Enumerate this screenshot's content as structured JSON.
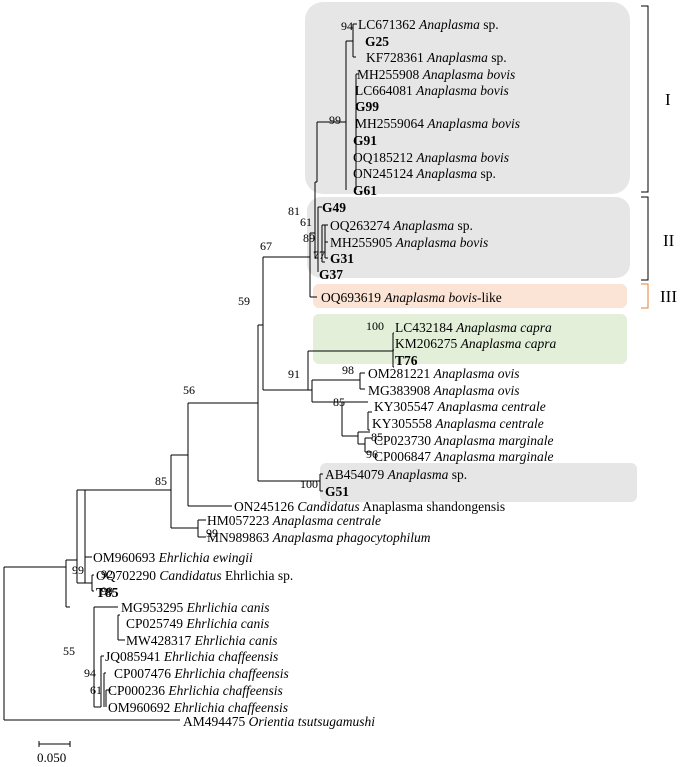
{
  "clade_labels": [
    "I",
    "II",
    "III"
  ],
  "scale_bar": "0.050",
  "colors": {
    "clade_I_fill": "#e6e6e6",
    "clade_II_fill": "#e6e6e6",
    "clade_III_fill": "#fbe4d6",
    "capra_fill": "#e3efd9",
    "g51_fill": "#e6e6e6",
    "bracket_I_II": "#000000",
    "bracket_III": "#ed7d31"
  },
  "bootstrap": [
    "94",
    "99",
    "81",
    "61",
    "89",
    "77",
    "67",
    "59",
    "100",
    "98",
    "91",
    "85",
    "85",
    "96",
    "56",
    "100",
    "85",
    "99",
    "99",
    "92",
    "99",
    "55",
    "94",
    "61"
  ],
  "taxa": [
    {
      "acc": "LC671362",
      "name": "Anaplasma",
      "tail": " sp."
    },
    {
      "bold": "G25"
    },
    {
      "acc": "KF728361",
      "name": "Anaplasma",
      "tail": " sp."
    },
    {
      "acc": "MH255908",
      "name": "Anaplasma bovis"
    },
    {
      "acc": "LC664081",
      "name": "Anaplasma bovis"
    },
    {
      "bold": "G99"
    },
    {
      "acc": "MH2559064",
      "name": "Anaplasma bovis"
    },
    {
      "bold": "G91"
    },
    {
      "acc": "OQ185212",
      "name": "Anaplasma bovis"
    },
    {
      "acc": "ON245124",
      "name": "Anaplasma",
      "tail": " sp."
    },
    {
      "bold": "G61"
    },
    {
      "bold": "G49"
    },
    {
      "acc": "OQ263274",
      "name": "Anaplasma",
      "tail": " sp."
    },
    {
      "acc": "MH255905",
      "name": "Anaplasma bovis"
    },
    {
      "bold": "G31"
    },
    {
      "bold": "G37"
    },
    {
      "acc": "OQ693619",
      "name": "Anaplasma bovis",
      "tail": "-like"
    },
    {
      "acc": "LC432184",
      "name": "Anaplasma capra"
    },
    {
      "acc": "KM206275",
      "name": "Anaplasma capra"
    },
    {
      "bold": "T76"
    },
    {
      "acc": "OM281221",
      "name": "Anaplasma ovis"
    },
    {
      "acc": "MG383908",
      "name": "Anaplasma ovis"
    },
    {
      "acc": "KY305547",
      "name": "Anaplasma centrale"
    },
    {
      "acc": "KY305558",
      "name": "Anaplasma centrale"
    },
    {
      "acc": "CP023730",
      "name": "Anaplasma marginale"
    },
    {
      "acc": "CP006847",
      "name": "Anaplasma marginale"
    },
    {
      "acc": "AB454079",
      "name": "Anaplasma",
      "tail": " sp."
    },
    {
      "bold": "G51"
    },
    {
      "acc": "ON245126",
      "name": "Candidatus",
      "tail": " Anaplasma shandongensis"
    },
    {
      "acc": "HM057223",
      "name": "Anaplasma centrale"
    },
    {
      "acc": "MN989863",
      "name": "Anaplasma phagocytophilum"
    },
    {
      "acc": "OM960693",
      "name": "Ehrlichia ewingii"
    },
    {
      "acc": "OQ702290",
      "name": "Candidatus",
      "tail": " Ehrlichia sp."
    },
    {
      "bold": "T85"
    },
    {
      "acc": "MG953295",
      "name": "Ehrlichia canis"
    },
    {
      "acc": "CP025749",
      "name": "Ehrlichia canis"
    },
    {
      "acc": "MW428317",
      "name": "Ehrlichia canis"
    },
    {
      "acc": "JQ085941",
      "name": "Ehrlichia chaffeensis"
    },
    {
      "acc": "CP007476",
      "name": "Ehrlichia chaffeensis"
    },
    {
      "acc": "CP000236",
      "name": "Ehrlichia chaffeensis"
    },
    {
      "acc": "OM960692",
      "name": "Ehrlichia chaffeensis"
    },
    {
      "acc": "AM494475",
      "name": "Orientia tsutsugamushi"
    }
  ]
}
